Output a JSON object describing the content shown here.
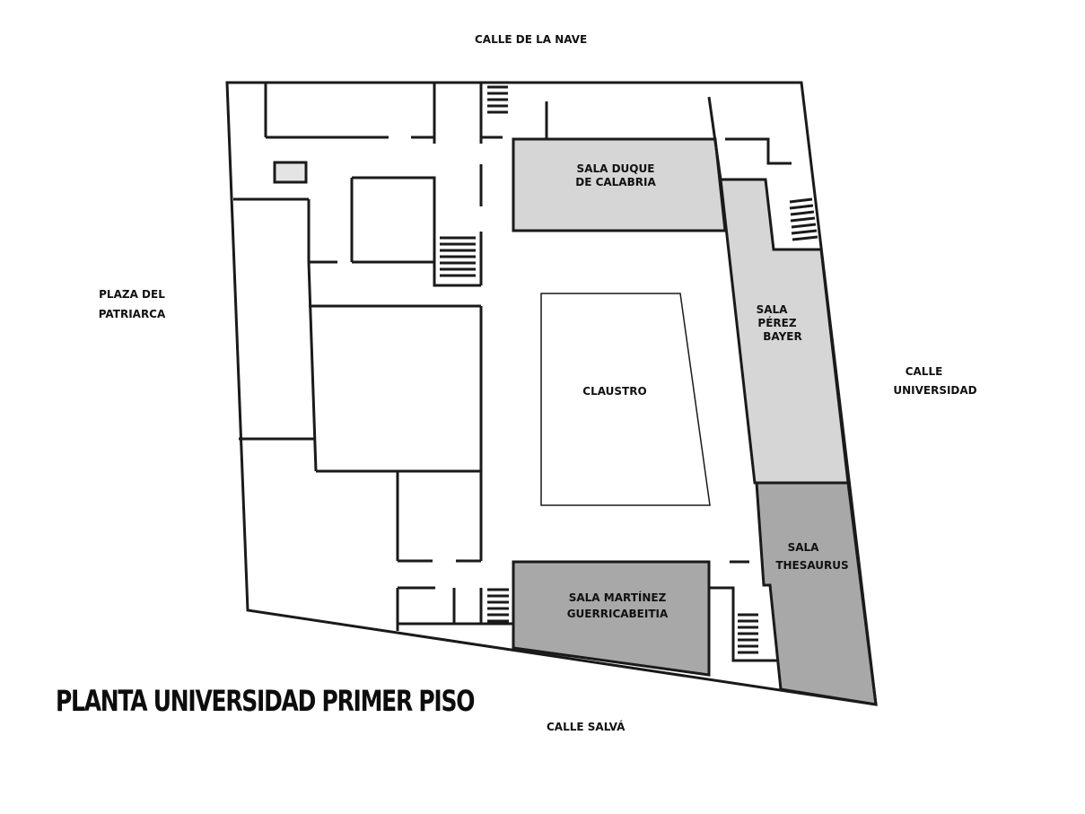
{
  "streets": {
    "north": "CALLE DE LA NAVE",
    "west_line1": "PLAZA DEL",
    "west_line2": "PATRIARCA",
    "east_line1": "CALLE",
    "east_line2": "UNIVERSIDAD",
    "south": "CALLE SALVÁ"
  },
  "rooms": {
    "duque": {
      "line1": "SALA DUQUE",
      "line2": "DE CALABRIA",
      "color": "#d6d6d6"
    },
    "perez": {
      "line1": "SALA",
      "line2": "PÉREZ",
      "line3": "BAYER",
      "color": "#d6d6d6"
    },
    "thesaurus": {
      "line1": "SALA",
      "line2": "THESAURUS",
      "color": "#a8a8a8"
    },
    "martinez": {
      "line1": "SALA MARTÍNEZ",
      "line2": "GUERRICABEITIA",
      "color": "#a8a8a8"
    },
    "claustro": {
      "label": "CLAUSTRO"
    }
  },
  "title": "PLANTA UNIVERSIDAD PRIMER PISO",
  "colors": {
    "wall": "#1a1a1a",
    "background": "#ffffff"
  }
}
